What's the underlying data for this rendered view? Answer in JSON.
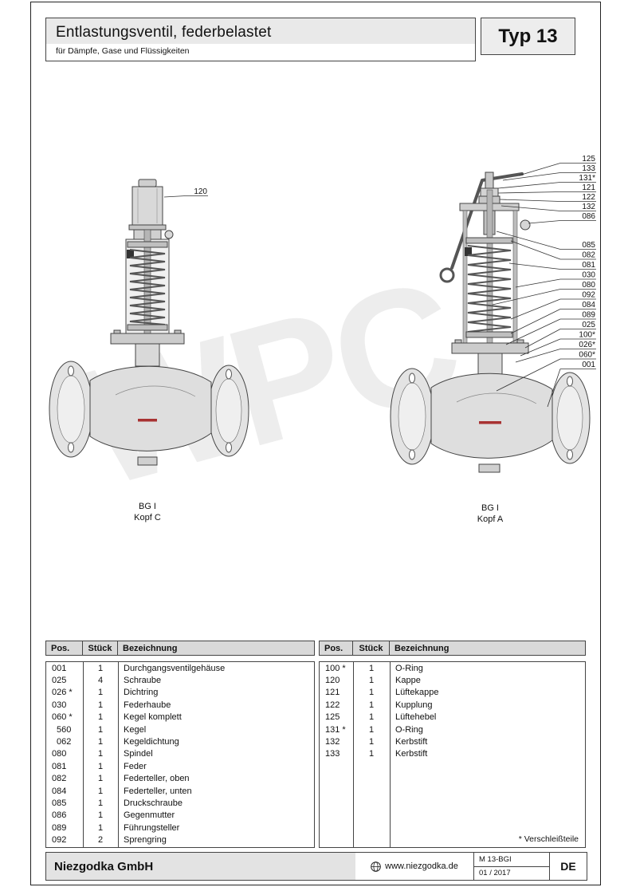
{
  "header": {
    "title": "Entlastungsventil, federbelastet",
    "subtitle": "für Dämpfe, Gase und Flüssigkeiten",
    "type_label": "Typ 13"
  },
  "watermark": "WPC",
  "drawings": {
    "left": {
      "caption_line1": "BG I",
      "caption_line2": "Kopf C",
      "labels": [
        "120"
      ]
    },
    "right": {
      "caption_line1": "BG I",
      "caption_line2": "Kopf A",
      "labels": [
        "125",
        "133",
        "131*",
        "121",
        "122",
        "132",
        "086",
        "085",
        "082",
        "081",
        "030",
        "080",
        "092",
        "084",
        "089",
        "025",
        "100*",
        "026*",
        "060*",
        "001"
      ]
    }
  },
  "parts_table": {
    "headers": [
      "Pos.",
      "Stück",
      "Bezeichnung"
    ],
    "left_rows": [
      {
        "pos": "001",
        "qty": "1",
        "name": "Durchgangsventilgehäuse",
        "indent": false
      },
      {
        "pos": "025",
        "qty": "4",
        "name": "Schraube",
        "indent": false
      },
      {
        "pos": "026 *",
        "qty": "1",
        "name": "Dichtring",
        "indent": false
      },
      {
        "pos": "030",
        "qty": "1",
        "name": "Federhaube",
        "indent": false
      },
      {
        "pos": "060 *",
        "qty": "1",
        "name": "Kegel komplett",
        "indent": false
      },
      {
        "pos": "560",
        "qty": "1",
        "name": "Kegel",
        "indent": true
      },
      {
        "pos": "062",
        "qty": "1",
        "name": "Kegeldichtung",
        "indent": true
      },
      {
        "pos": "080",
        "qty": "1",
        "name": "Spindel",
        "indent": false
      },
      {
        "pos": "081",
        "qty": "1",
        "name": "Feder",
        "indent": false
      },
      {
        "pos": "082",
        "qty": "1",
        "name": "Federteller, oben",
        "indent": false
      },
      {
        "pos": "084",
        "qty": "1",
        "name": "Federteller, unten",
        "indent": false
      },
      {
        "pos": "085",
        "qty": "1",
        "name": "Druckschraube",
        "indent": false
      },
      {
        "pos": "086",
        "qty": "1",
        "name": "Gegenmutter",
        "indent": false
      },
      {
        "pos": "089",
        "qty": "1",
        "name": "Führungsteller",
        "indent": false
      },
      {
        "pos": "092",
        "qty": "2",
        "name": "Sprengring",
        "indent": false
      }
    ],
    "right_rows": [
      {
        "pos": "100 *",
        "qty": "1",
        "name": "O-Ring",
        "indent": false
      },
      {
        "pos": "120",
        "qty": "1",
        "name": "Kappe",
        "indent": false
      },
      {
        "pos": "121",
        "qty": "1",
        "name": "Lüftekappe",
        "indent": false
      },
      {
        "pos": "122",
        "qty": "1",
        "name": "Kupplung",
        "indent": false
      },
      {
        "pos": "125",
        "qty": "1",
        "name": "Lüftehebel",
        "indent": false
      },
      {
        "pos": "131 *",
        "qty": "1",
        "name": "O-Ring",
        "indent": false
      },
      {
        "pos": "132",
        "qty": "1",
        "name": "Kerbstift",
        "indent": false
      },
      {
        "pos": "133",
        "qty": "1",
        "name": "Kerbstift",
        "indent": false
      }
    ],
    "footnote": "* Verschleißteile"
  },
  "footer": {
    "company": "Niezgodka GmbH",
    "website": "www.niezgodka.de",
    "doc_number": "M 13-BGI",
    "date": "01 / 2017",
    "language": "DE"
  },
  "colors": {
    "header_fill": "#e9e9e9",
    "table_header_fill": "#d9d9d9",
    "seal_red": "#a83232"
  }
}
